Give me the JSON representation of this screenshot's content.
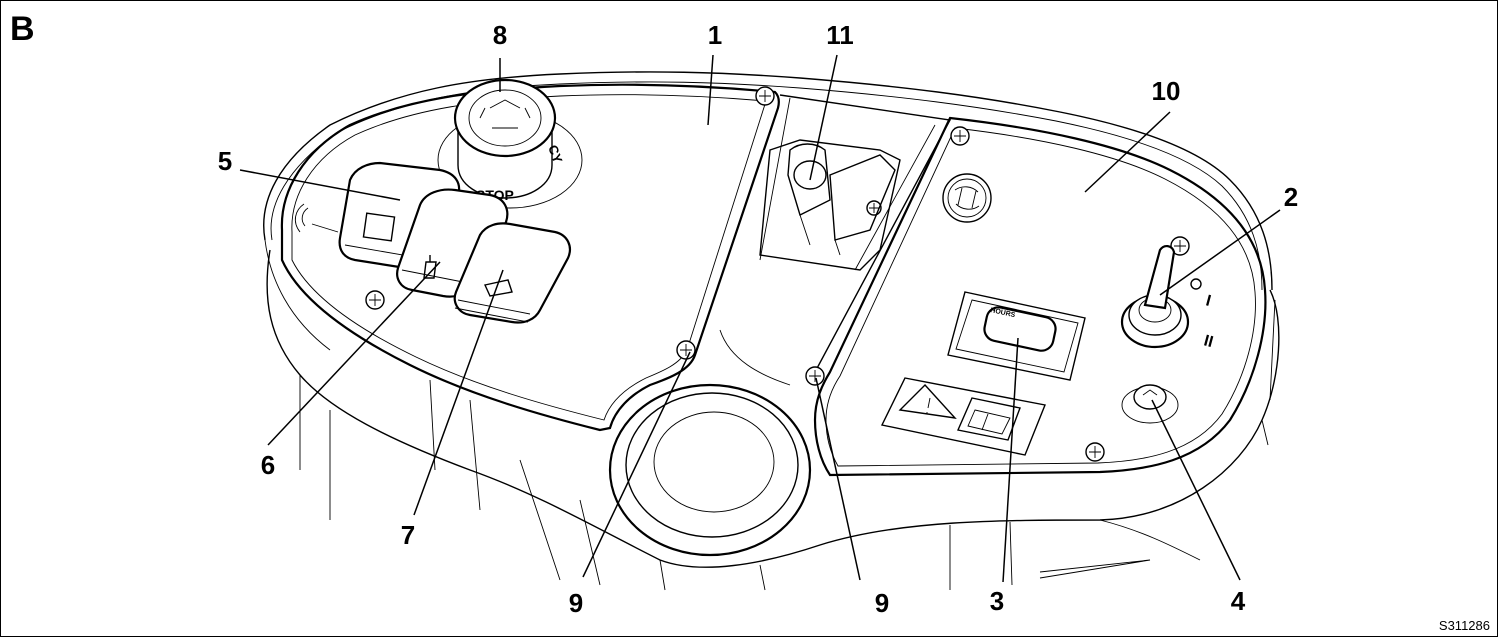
{
  "figure": {
    "panel_letter": "B",
    "code": "S311286"
  },
  "panel_markings": {
    "stop_text": "STOP",
    "emergency_text": "CY",
    "meter_label": "HOURS",
    "key_position_1": "I",
    "key_position_2": "II"
  },
  "callouts": [
    {
      "id": "callout-1",
      "label": "1"
    },
    {
      "id": "callout-2",
      "label": "2"
    },
    {
      "id": "callout-3",
      "label": "3"
    },
    {
      "id": "callout-4",
      "label": "4"
    },
    {
      "id": "callout-5",
      "label": "5"
    },
    {
      "id": "callout-6",
      "label": "6"
    },
    {
      "id": "callout-7",
      "label": "7"
    },
    {
      "id": "callout-8",
      "label": "8"
    },
    {
      "id": "callout-9a",
      "label": "9"
    },
    {
      "id": "callout-9b",
      "label": "9"
    },
    {
      "id": "callout-10",
      "label": "10"
    },
    {
      "id": "callout-11",
      "label": "11"
    }
  ]
}
